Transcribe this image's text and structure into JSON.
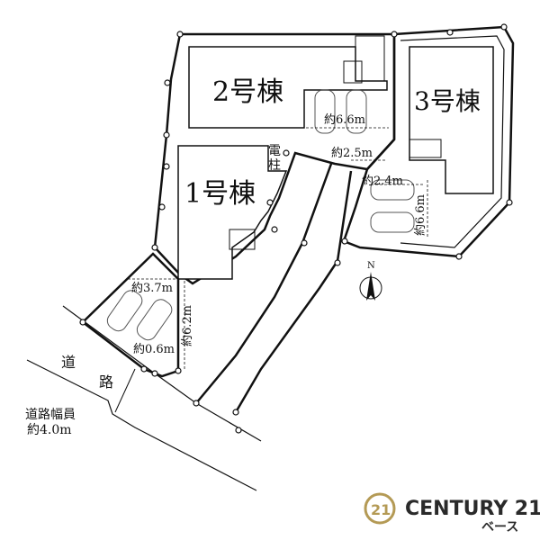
{
  "buildings": {
    "b1": "1号棟",
    "b2": "2号棟",
    "b3": "3号棟"
  },
  "utility_pole": [
    "電",
    "柱"
  ],
  "dimensions": {
    "d_b2_width": "約6.6m",
    "d_b2_depth": "約2.5m",
    "d_b3_width": "約2.4m",
    "d_b3_depth": "約6.6m",
    "d_b1_width": "約3.7m",
    "d_b1_depth": "約6.2m",
    "d_b1_gap": "約0.6m"
  },
  "road": {
    "label_1": "道",
    "label_2": "路",
    "width_label": "道路幅員",
    "width_value": "約4.0m"
  },
  "compass": {
    "north": "N"
  },
  "brand": {
    "logo_number": "21",
    "name": "CENTURY 21",
    "branch": "ベース",
    "colors": {
      "ring": "#b49a55",
      "text": "#2a2a2a"
    }
  }
}
